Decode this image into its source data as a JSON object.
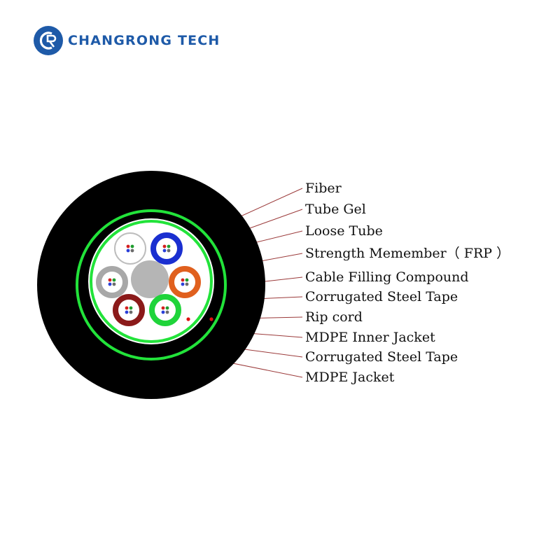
{
  "brand": {
    "name": "CHANGRONG TECH",
    "logo_text": "CR",
    "color": "#1e5aa8"
  },
  "labels": [
    {
      "id": "fiber",
      "text": "Fiber"
    },
    {
      "id": "tube-gel",
      "text": "Tube Gel"
    },
    {
      "id": "loose-tube",
      "text": "Loose Tube"
    },
    {
      "id": "strength-member",
      "text": "Strength Memember（ FRP ）"
    },
    {
      "id": "cable-filling",
      "text": "Cable Filling Compound"
    },
    {
      "id": "corrugated-inner",
      "text": "Corrugated Steel Tape"
    },
    {
      "id": "rip-cord",
      "text": "Rip cord"
    },
    {
      "id": "mdpe-inner",
      "text": "MDPE Inner Jacket"
    },
    {
      "id": "corrugated-outer",
      "text": "Corrugated Steel Tape"
    },
    {
      "id": "mdpe-jacket",
      "text": "MDPE Jacket"
    }
  ],
  "tube_colors": [
    "#ffffff",
    "#1a2fd0",
    "#e0601e",
    "#1fd43a",
    "#8b1a1a",
    "#a8a8a8"
  ],
  "colors": {
    "jacket": "#000000",
    "steel_tape": "#22e33a",
    "leader_line": "#9b3a3a",
    "rip_cord": "#e01010",
    "strength_member": "#b5b5b5"
  }
}
